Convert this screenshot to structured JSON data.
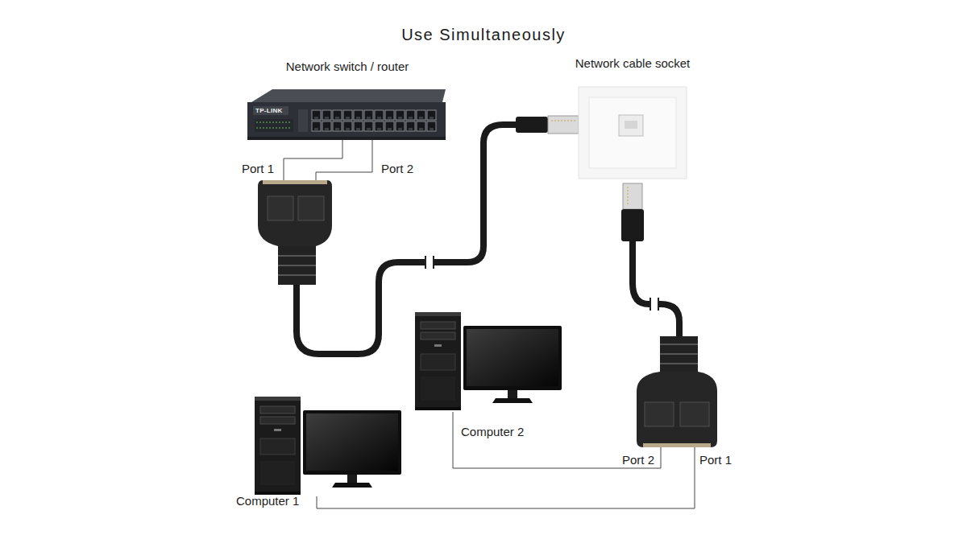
{
  "diagram": {
    "title": "Use Simultaneously",
    "nodes": [
      {
        "text": [
          "Network switch / router"
        ]
      },
      {
        "text": [
          "Network cable socket"
        ]
      },
      {
        "text": [
          "Computer 2"
        ]
      },
      {
        "text": [
          "Computer 1"
        ]
      }
    ],
    "labels": [
      "TP-LINK",
      "Port 1",
      "Port 2",
      "Port 2",
      "Port 1"
    ]
  }
}
